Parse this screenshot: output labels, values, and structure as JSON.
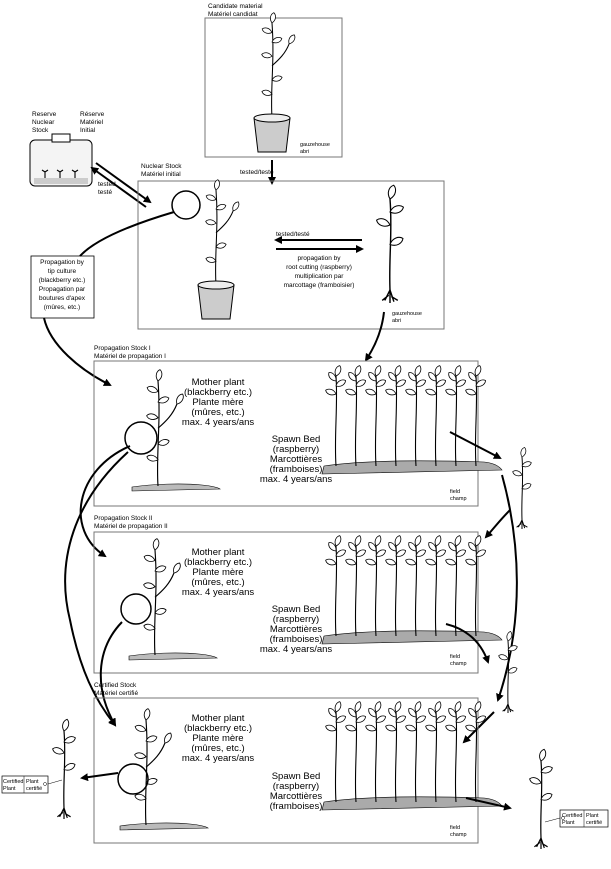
{
  "candidate": {
    "line1": "Candidate material",
    "line2": "Matériel candidat",
    "house1": "gauzehouse",
    "house2": "abri"
  },
  "reserve": {
    "en1": "Reserve",
    "en2": "Nuclear",
    "en3": "Stock",
    "fr1": "Réserve",
    "fr2": "Matériel",
    "fr3": "Initial"
  },
  "tested_left": {
    "l1": "tested",
    "l2": "testé"
  },
  "tested_top": "tested/testé",
  "nuclear": {
    "line1": "Nuclear Stock",
    "line2": "Matériel initial",
    "house1": "gauzehouse",
    "house2": "abri"
  },
  "tested_mid": "tested/testé",
  "root_cutting": {
    "l1": "propagation by",
    "l2": "root cutting (raspberry)",
    "l3": "multiplication par",
    "l4": "marcottage (framboisier)"
  },
  "tip_box": {
    "l1": "Propagation by",
    "l2": "tip culture",
    "l3": "(blackberry etc.)",
    "l4": "Propagation par",
    "l5": "boutures d'apex",
    "l6": "(mûres, etc.)"
  },
  "stage1": {
    "title1": "Propagation Stock I",
    "title2": "Matériel de propagation I",
    "mother": [
      "Mother plant",
      "(blackberry etc.)",
      "Plante mère",
      "(mûres, etc.)",
      "max. 4 years/ans"
    ],
    "spawn": [
      "Spawn Bed",
      "(raspberry)",
      "Marcottières",
      "(framboises)",
      "max. 4 years/ans"
    ],
    "field1": "field",
    "field2": "champ"
  },
  "stage2": {
    "title1": "Propagation Stock II",
    "title2": "Matériel de propagation II",
    "mother": [
      "Mother plant",
      "(blackberry etc.)",
      "Plante mère",
      "(mûres, etc.)",
      "max. 4 years/ans"
    ],
    "spawn": [
      "Spawn Bed",
      "(raspberry)",
      "Marcottières",
      "(framboises)",
      "max. 4 years/ans"
    ],
    "field1": "field",
    "field2": "champ"
  },
  "stage3": {
    "title1": "Certified Stock",
    "title2": "Matériel certifié",
    "mother": [
      "Mother plant",
      "(blackberry etc.)",
      "Plante mère",
      "(mûres, etc.)",
      "max. 4 years/ans"
    ],
    "spawn": [
      "Spawn Bed",
      "(raspberry)",
      "Marcottières",
      "(framboises)"
    ],
    "field1": "field",
    "field2": "champ"
  },
  "tag_left": {
    "a1": "Certified",
    "a2": "Plant",
    "b1": "Plant",
    "b2": "certifié"
  },
  "tag_right": {
    "a1": "Certified",
    "a2": "Plant",
    "b1": "Plant",
    "b2": "certifié"
  }
}
